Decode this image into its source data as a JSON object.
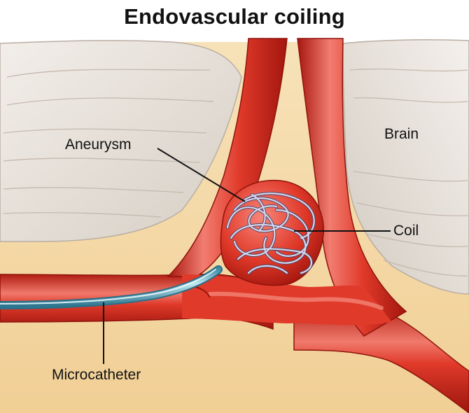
{
  "title": "Endovascular coiling",
  "labels": {
    "aneurysm": "Aneurysm",
    "brain": "Brain",
    "coil": "Coil",
    "microcatheter": "Microcatheter"
  },
  "colors": {
    "vessel": "#e03a2a",
    "vessel_dark": "#a8170f",
    "vessel_highlight": "#f7867a",
    "brain_tissue": "#e9e3dc",
    "background_fluid": "#f6deb0",
    "coil_wire": "#c9c6dd",
    "catheter": "#7cc6d8"
  }
}
